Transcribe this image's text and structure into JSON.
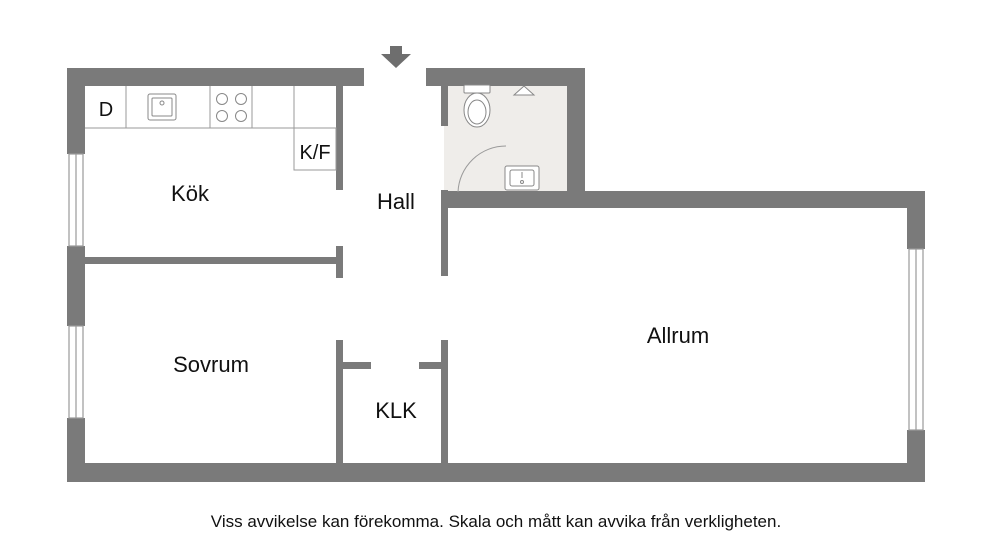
{
  "rooms": {
    "kok": "Kök",
    "hall": "Hall",
    "sovrum": "Sovrum",
    "allrum": "Allrum",
    "klk": "KLK"
  },
  "fixtures": {
    "dishwasher": "D",
    "fridge_freezer": "K/F"
  },
  "disclaimer": "Viss avvikelse kan förekomma. Skala och mått kan avvika från verkligheten.",
  "colors": {
    "wall": "#7a7a7a",
    "bathroom_floor": "#efedea",
    "fixture_line": "#888888"
  }
}
